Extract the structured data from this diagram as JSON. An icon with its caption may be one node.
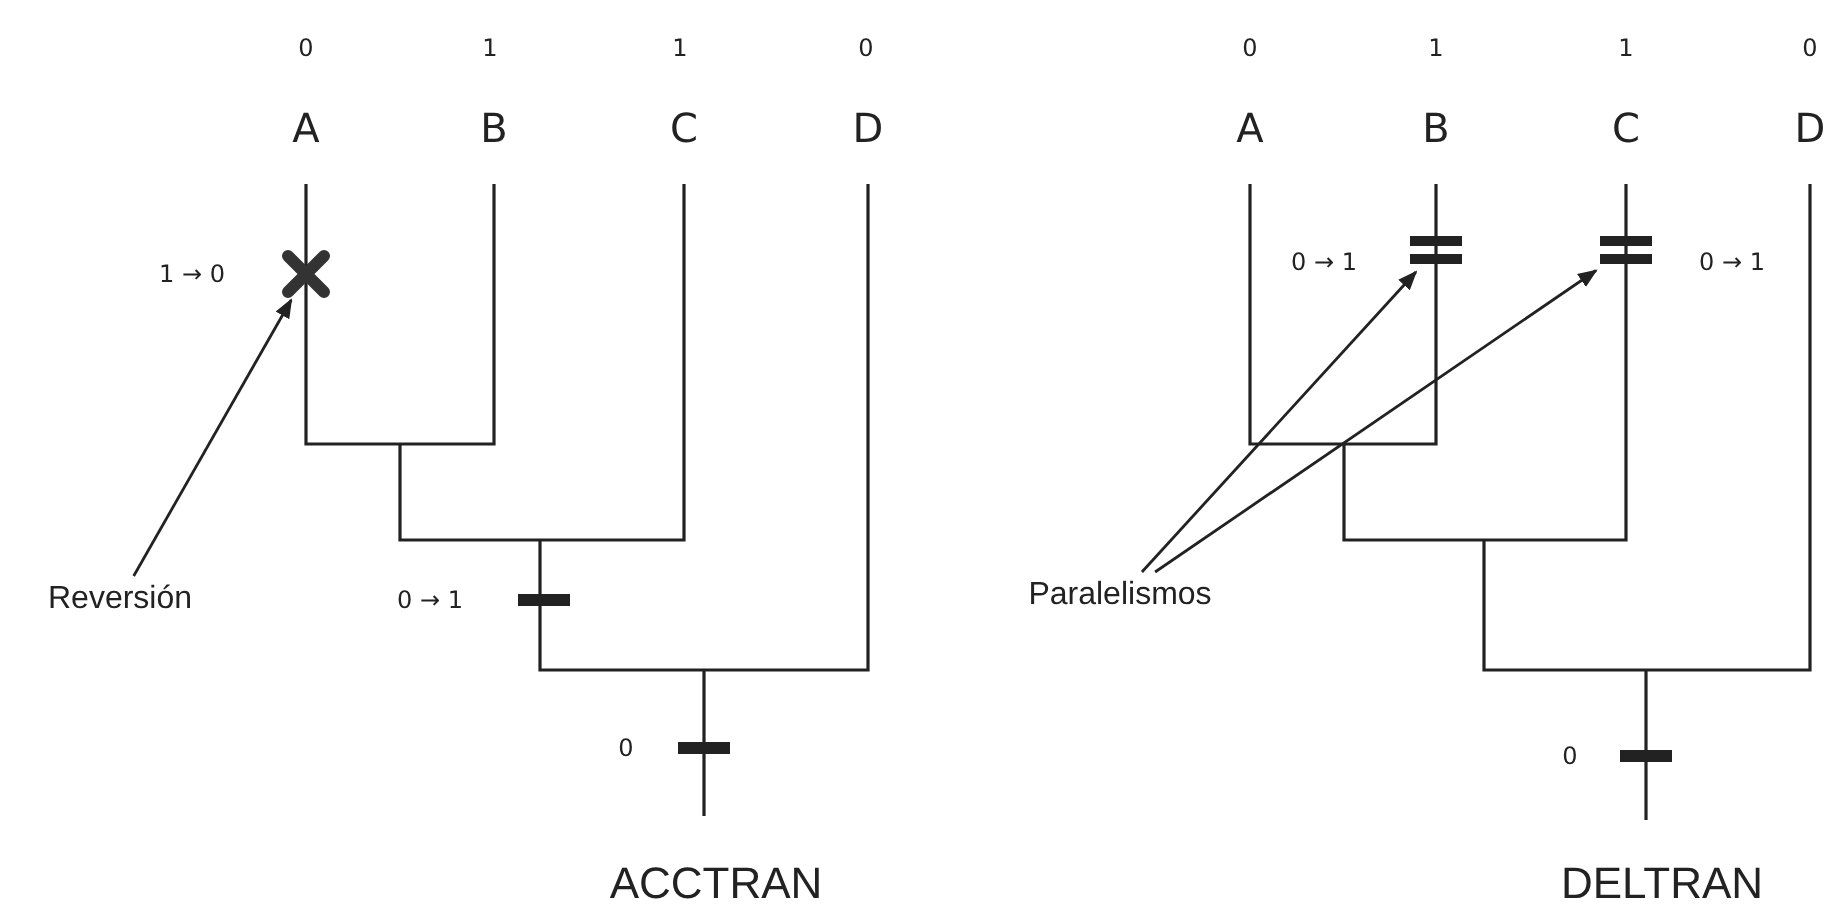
{
  "diagram": {
    "nodes": [
      {
        "text": [],
        "shape": "cross"
      },
      {
        "text": [
          "Reversión"
        ]
      },
      {
        "text": [],
        "shape": "bar"
      },
      {
        "text": [],
        "shape": "bar"
      },
      {
        "text": [
          "Paralelismos"
        ]
      }
    ],
    "edges": [
      {
        "from": 1,
        "to": 0,
        "arrow": "to"
      },
      {
        "from": 4,
        "to": 2,
        "arrow": "to"
      },
      {
        "from": 4,
        "to": 3,
        "arrow": "to"
      }
    ],
    "labels": [
      "0",
      "1",
      "1",
      "0",
      "A",
      "B",
      "C",
      "D",
      "1 → 0",
      "0 → 1",
      "0",
      "ACCTRAN",
      "0",
      "1",
      "1",
      "0",
      "A",
      "B",
      "C",
      "D",
      "0 → 1",
      "0 → 1",
      "0",
      "DELTRAN"
    ]
  }
}
